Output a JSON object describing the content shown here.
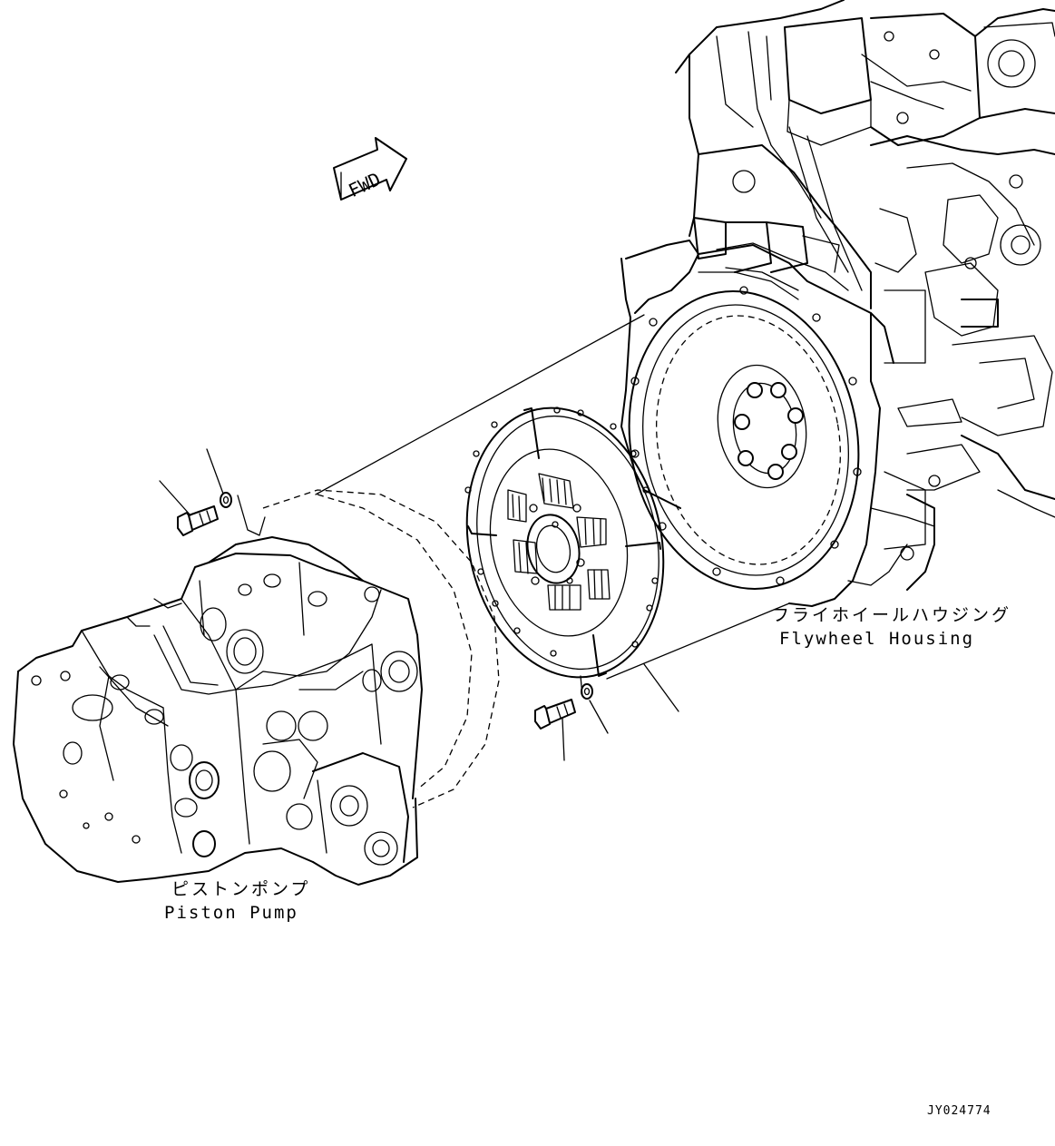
{
  "labels": {
    "fwd": "FWD",
    "flywheel_housing_jp": "フライホイールハウジング",
    "flywheel_housing_en": "Flywheel Housing",
    "piston_pump_jp": "ピストンポンプ",
    "piston_pump_en": "Piston Pump",
    "drawing_code": "JY024774"
  },
  "colors": {
    "line": "#000000",
    "background": "#ffffff"
  }
}
